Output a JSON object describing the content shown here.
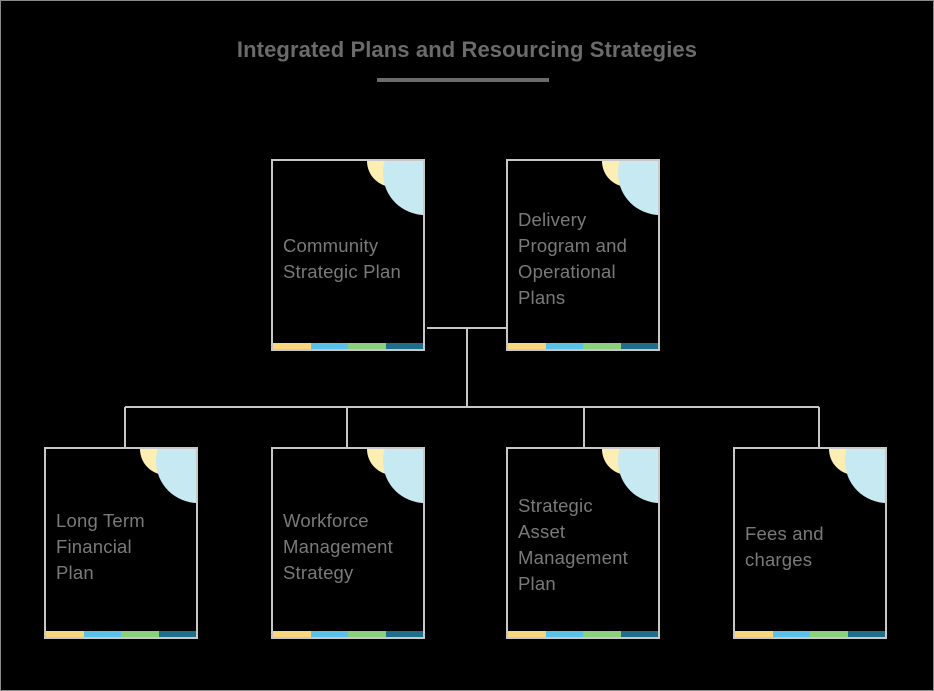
{
  "title": "Integrated Plans and Resourcing Strategies",
  "colors": {
    "background": "#000000",
    "card_border": "#c8c8c8",
    "connector": "#c8c8c8",
    "text": "#7a7a7a",
    "title": "#6b6b6b",
    "strip": [
      "#f9d77e",
      "#5bc2e7",
      "#8ccf7e",
      "#1f6f8b"
    ],
    "corner_yellow": "#fdeeb4",
    "corner_green": "#cce8d0",
    "corner_blue": "#c7e9f1"
  },
  "cards": {
    "csp": {
      "label_lines": [
        "Community",
        "Strategic Plan"
      ]
    },
    "dpop": {
      "label_lines": [
        "Delivery",
        "Program and",
        "Operational",
        "Plans"
      ]
    },
    "ltfp": {
      "label_lines": [
        "Long Term",
        "Financial",
        "Plan"
      ]
    },
    "wms": {
      "label_lines": [
        "Workforce",
        "Management",
        "Strategy"
      ]
    },
    "samp": {
      "label_lines": [
        "Strategic",
        "Asset",
        "Management",
        "Plan"
      ]
    },
    "fees": {
      "label_lines": [
        "Fees and",
        "charges"
      ]
    }
  }
}
